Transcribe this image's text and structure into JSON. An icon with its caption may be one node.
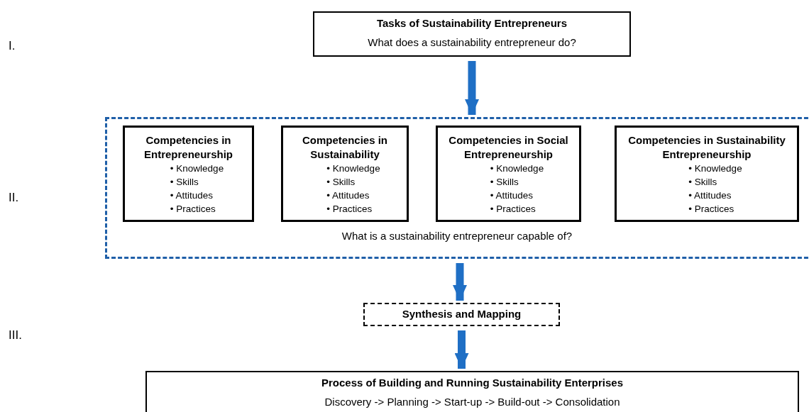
{
  "diagram": {
    "nodes": [
      {
        "text": [
          "Tasks of Sustainability Entrepreneurs",
          "What does a sustainability entrepreneur do?"
        ]
      },
      {
        "text": [
          "What is a sustainability entrepreneur capable of?"
        ]
      },
      {
        "text": [
          "Competencies in Entrepreneurship",
          "• Knowledge",
          "• Skills",
          "• Attitudes",
          "• Practices"
        ],
        "in": 1
      },
      {
        "text": [
          "Competencies in Sustainability",
          "• Knowledge",
          "• Skills",
          "• Attitudes",
          "• Practices"
        ],
        "in": 1
      },
      {
        "text": [
          "Competencies in Social Entrepreneurship",
          "• Knowledge",
          "• Skills",
          "• Attitudes",
          "• Practices"
        ],
        "in": 1
      },
      {
        "text": [
          "Competencies in Sustainability Entrepreneurship",
          "• Knowledge",
          "• Skills",
          "• Attitudes",
          "• Practices"
        ],
        "in": 1
      },
      {
        "text": [
          "Synthesis and Mapping"
        ]
      },
      {
        "text": [
          "Process of Building and Running Sustainability Enterprises",
          "Discovery -> Planning -> Start-up -> Build-out -> Consolidation"
        ]
      }
    ],
    "edges": [
      {
        "from": 0,
        "to": 1,
        "arrow": "to"
      },
      {
        "from": 1,
        "to": 6,
        "arrow": "to"
      },
      {
        "from": 6,
        "to": 7,
        "arrow": "to"
      }
    ],
    "labels": [
      "I.",
      "II.",
      "III."
    ]
  }
}
